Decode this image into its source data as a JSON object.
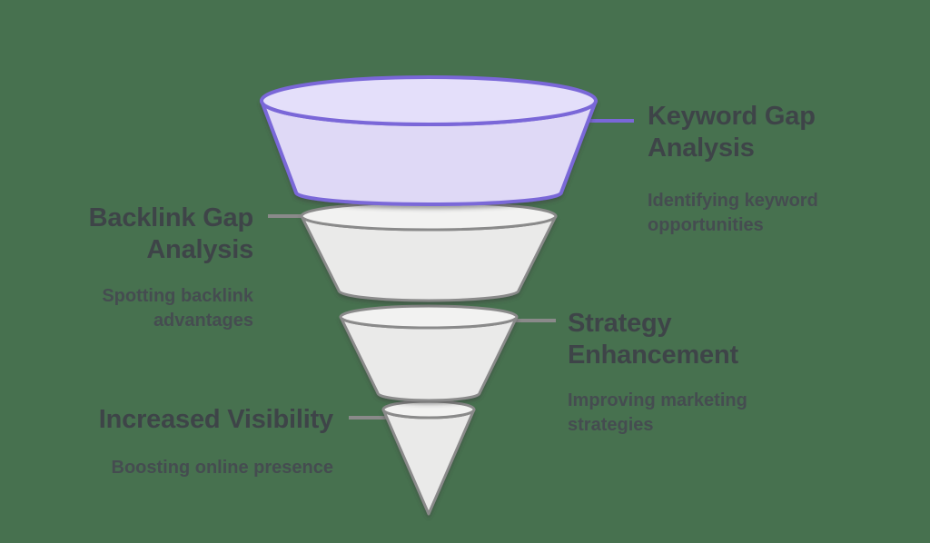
{
  "diagram": {
    "type": "funnel",
    "stage_count": 4,
    "stages": [
      {
        "title": "Keyword Gap Analysis",
        "subtitle": "Identifying keyword opportunities",
        "side": "right",
        "color_role": "purple"
      },
      {
        "title": "Backlink Gap Analysis",
        "subtitle": "Spotting backlink advantages",
        "side": "left",
        "color_role": "gray"
      },
      {
        "title": "Strategy Enhancement",
        "subtitle": "Improving marketing strategies",
        "side": "right",
        "color_role": "gray"
      },
      {
        "title": "Increased Visibility",
        "subtitle": "Boosting online presence",
        "side": "left",
        "color_role": "gray"
      }
    ]
  },
  "colors": {
    "background": "#47714F",
    "stage1_fill": "#DFD9F6",
    "stage1_top_fill": "#E4DFFA",
    "stage1_stroke": "#7A67D8",
    "stage_gray_fill": "#EAEAE9",
    "stage_gray_top_fill": "#F2F2F1",
    "stage_gray_stroke": "#8A8A8A",
    "connector_gray": "#8A8A8A",
    "title_text": "#3E4448",
    "subtitle_text": "#454C50"
  }
}
